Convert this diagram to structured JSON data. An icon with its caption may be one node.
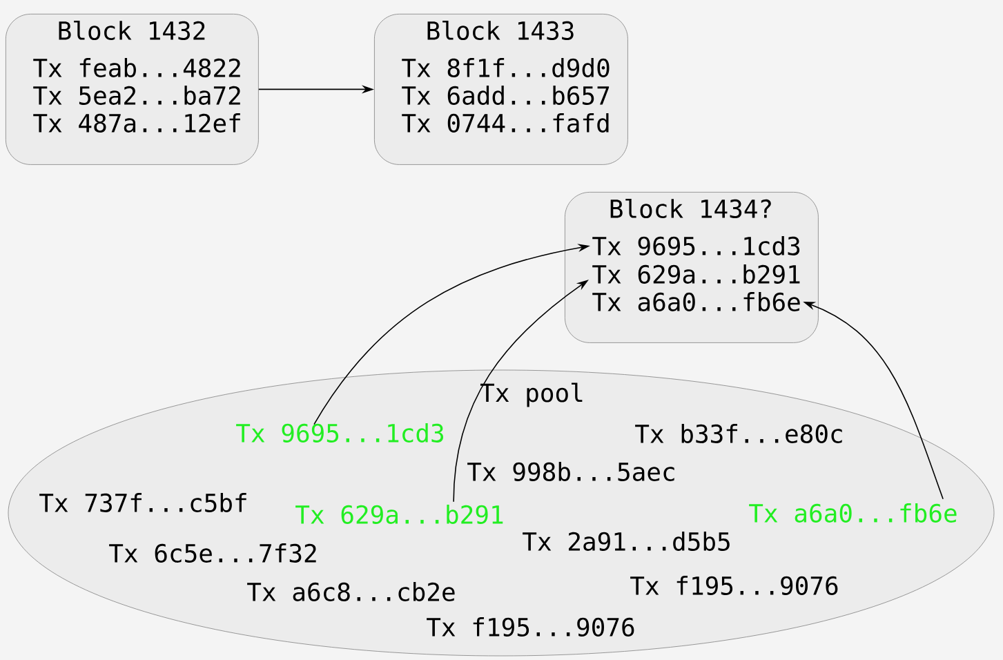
{
  "diagram": {
    "nodes": [
      {
        "text": [
          "Block 1432",
          "Tx feab...4822",
          "Tx 5ea2...ba72",
          "Tx 487a...12ef"
        ]
      },
      {
        "text": [
          "Block 1433",
          "Tx 8f1f...d9d0",
          "Tx 6add...b657",
          "Tx 0744...fafd"
        ]
      },
      {
        "text": [
          "Block 1434?"
        ]
      },
      {
        "text": [
          "Tx 9695...1cd3"
        ],
        "in": 2
      },
      {
        "text": [
          "Tx 629a...b291"
        ],
        "in": 2
      },
      {
        "text": [
          "Tx a6a0...fb6e"
        ],
        "in": 2
      },
      {
        "text": [
          "Tx pool"
        ]
      },
      {
        "text": [
          "Tx 9695...1cd3"
        ],
        "in": 6
      },
      {
        "text": [
          "Tx b33f...e80c"
        ],
        "in": 6
      },
      {
        "text": [
          "Tx 998b...5aec"
        ],
        "in": 6
      },
      {
        "text": [
          "Tx 737f...c5bf"
        ],
        "in": 6
      },
      {
        "text": [
          "Tx 629a...b291"
        ],
        "in": 6
      },
      {
        "text": [
          "Tx a6a0...fb6e"
        ],
        "in": 6
      },
      {
        "text": [
          "Tx 2a91...d5b5"
        ],
        "in": 6
      },
      {
        "text": [
          "Tx 6c5e...7f32"
        ],
        "in": 6
      },
      {
        "text": [
          "Tx f195...9076"
        ],
        "in": 6
      },
      {
        "text": [
          "Tx a6c8...cb2e"
        ],
        "in": 6
      },
      {
        "text": [
          "Tx f195...9076"
        ],
        "in": 6
      }
    ],
    "edges": [
      {
        "from": 0,
        "to": 1,
        "arrow": "to"
      },
      {
        "from": 7,
        "to": 3,
        "arrow": "to"
      },
      {
        "from": 11,
        "to": 4,
        "arrow": "to"
      },
      {
        "from": 12,
        "to": 5,
        "arrow": "to"
      }
    ]
  }
}
